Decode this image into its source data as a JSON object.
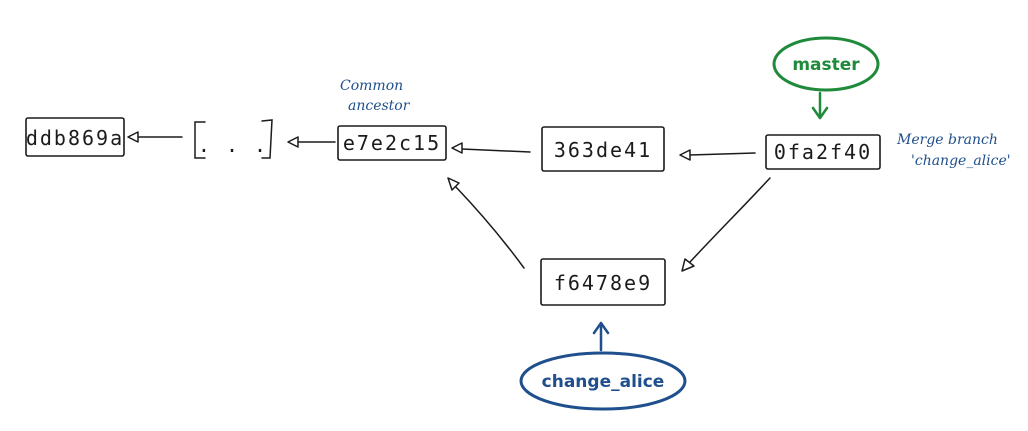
{
  "commits": {
    "ddb869a": "ddb869a",
    "ellipsis": ". . .",
    "e7e2c15": "e7e2c15",
    "363de41": "363de41",
    "0fa2f40": "0fa2f40",
    "f6478e9": "f6478e9"
  },
  "annotations": {
    "common_ancestor_line1": "Common",
    "common_ancestor_line2": "ancestor",
    "merge_line1": "Merge branch",
    "merge_line2": "'change_alice'"
  },
  "branches": {
    "master": {
      "label": "master",
      "color": "#1e8a3a"
    },
    "change_alice": {
      "label": "change_alice",
      "color": "#1f4f8c"
    }
  },
  "colors": {
    "ink": "#1b1b1b",
    "annotation": "#1f4f8c"
  }
}
